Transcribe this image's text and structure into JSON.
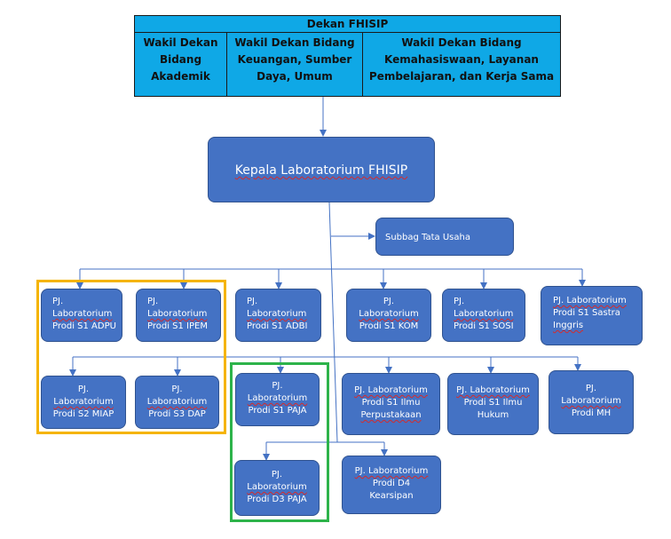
{
  "dekan": {
    "title": "Dekan FHISIP",
    "col1": [
      "Wakil Dekan",
      "Bidang",
      "Akademik"
    ],
    "col2": [
      "Wakil Dekan Bidang",
      "Keuangan, Sumber",
      "Daya, Umum"
    ],
    "col3": [
      "Wakil Dekan Bidang",
      "Kemahasiswaan, Layanan",
      "Pembelajaran, dan Kerja Sama"
    ]
  },
  "kepala": "Kepala Laboratorium FHISIP",
  "subbag": "Subbag Tata Usaha",
  "row1": [
    {
      "l1": "PJ.",
      "l2": "Laboratorium",
      "l3": "Prodi S1 ADPU"
    },
    {
      "l1": "PJ.",
      "l2": "Laboratorium",
      "l3": "Prodi S1 IPEM"
    },
    {
      "l1": "PJ.",
      "l2": "Laboratorium",
      "l3": "Prodi S1 ADBI"
    },
    {
      "l1": "PJ.",
      "l2": "Laboratorium",
      "l3": "Prodi S1 KOM"
    },
    {
      "l1": "PJ.",
      "l2": "Laboratorium",
      "l3": "Prodi S1 SOSI"
    },
    {
      "l1": "PJ. Laboratorium",
      "l2": "Prodi S1 Sastra",
      "l3": "Inggris"
    }
  ],
  "row2": [
    {
      "l1": "PJ.",
      "l2": "Laboratorium",
      "l3": "Prodi S2 MIAP"
    },
    {
      "l1": "PJ.",
      "l2": "Laboratorium",
      "l3": "Prodi S3 DAP"
    },
    {
      "l1": "PJ.",
      "l2": "Laboratorium",
      "l3": "Prodi S1 PAJA"
    },
    {
      "l1": "PJ. Laboratorium",
      "l2": "Prodi S1 Ilmu",
      "l3": "Perpustakaan"
    },
    {
      "l1": "PJ. Laboratorium",
      "l2": "Prodi S1 Ilmu",
      "l3": "Hukum"
    },
    {
      "l1": "PJ.",
      "l2": "Laboratorium",
      "l3": "Prodi MH"
    }
  ],
  "row3": [
    {
      "l1": "PJ.",
      "l2": "Laboratorium",
      "l3": "Prodi D3 PAJA"
    },
    {
      "l1": "PJ. Laboratorium",
      "l2": "Prodi  D4",
      "l3": "Kearsipan"
    }
  ],
  "colors": {
    "header_fill": "#0fa8e6",
    "node_fill": "#4472c4",
    "connector": "#4472c4",
    "highlight_orange": "#f5b400",
    "highlight_green": "#2db34a"
  }
}
